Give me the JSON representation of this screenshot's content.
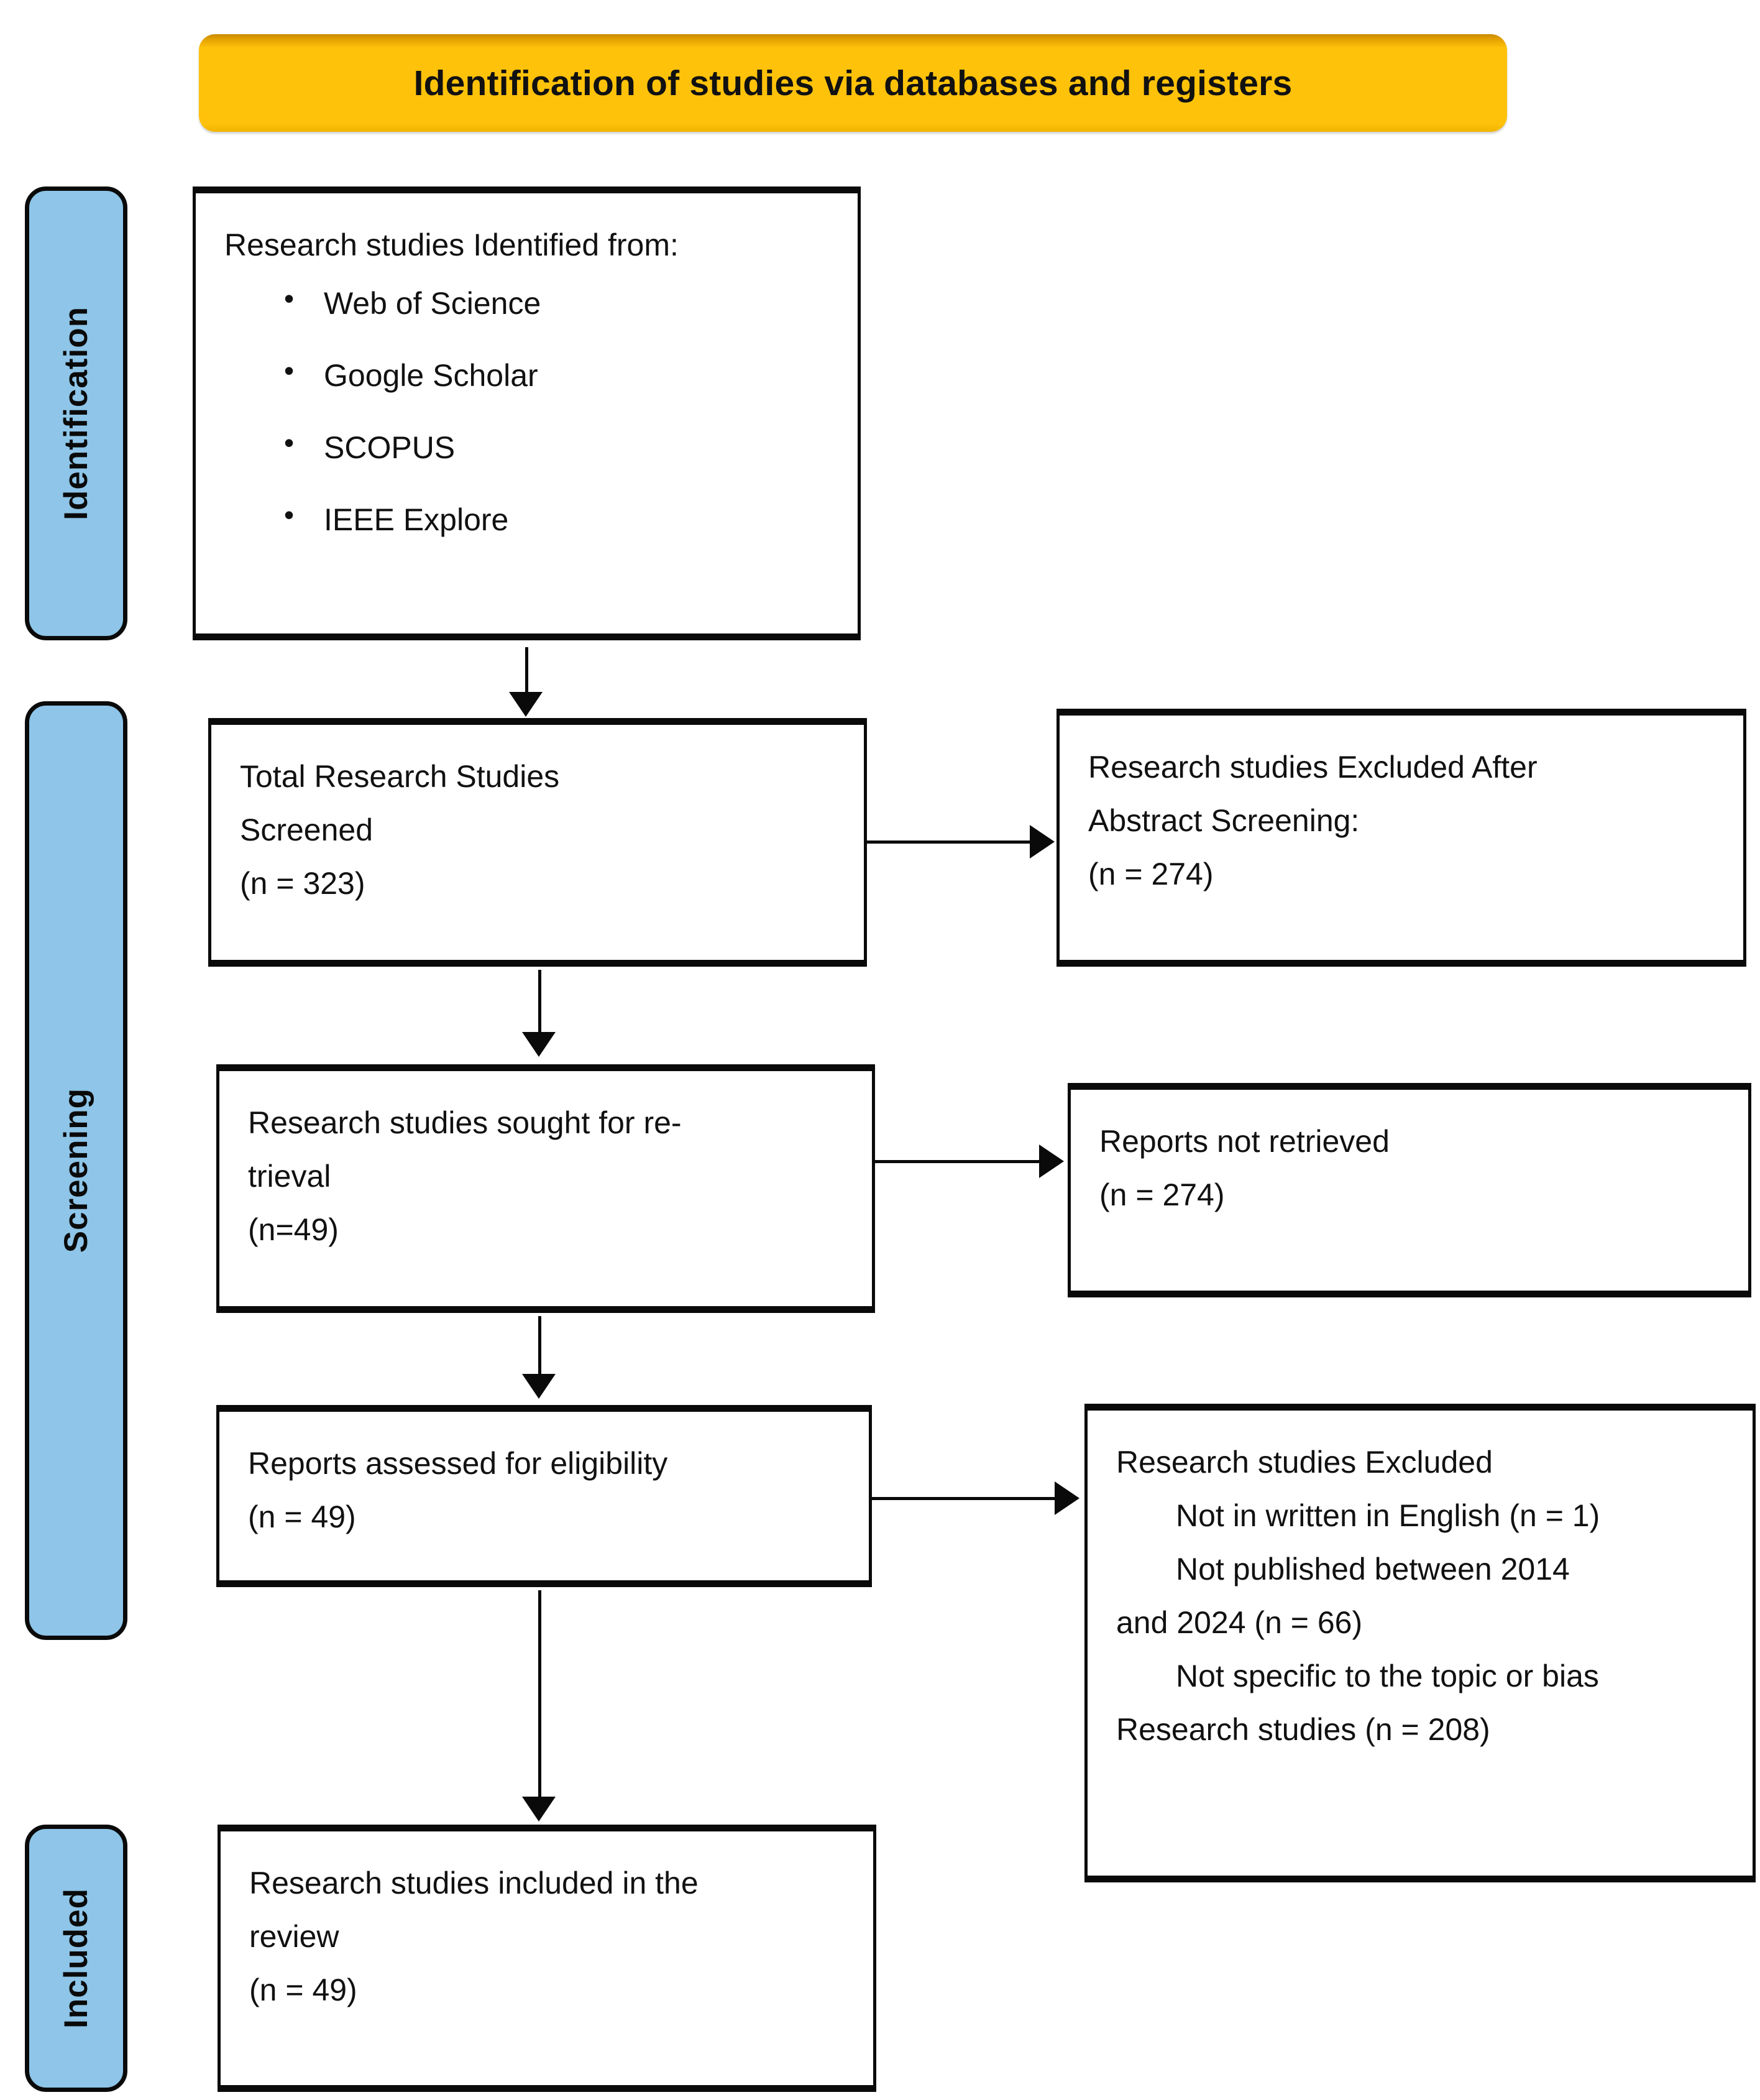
{
  "banner": {
    "title": "Identification of studies via databases and registers",
    "color": "#FFC20A"
  },
  "phases": {
    "identification": "Identification",
    "screening": "Screening",
    "included": "Included",
    "color": "#8EC5E8"
  },
  "boxes": {
    "sources": {
      "heading": "Research studies Identified from:",
      "items": [
        "Web of Science",
        "Google Scholar",
        "SCOPUS",
        "IEEE Explore"
      ]
    },
    "screened": {
      "line1": "Total Research Studies",
      "line2": "Screened",
      "count": "(n = 323)"
    },
    "excluded_after_abstract": {
      "line1": "Research studies Excluded After",
      "line2": "Abstract Screening:",
      "count": "(n = 274)"
    },
    "sought_for_retrieval": {
      "line1": "Research studies sought for re-",
      "line2": "trieval",
      "count": "(n=49)"
    },
    "reports_not_retrieved": {
      "line1": "Reports not retrieved",
      "count": "(n = 274)"
    },
    "assessed_for_eligibility": {
      "line1": "Reports assessed for eligibility",
      "count": "(n = 49)"
    },
    "excluded_reasons": {
      "heading": "Research studies Excluded",
      "reason1": "Not in written in English (n = 1)",
      "reason2_line1": "Not published between 2014",
      "reason2_line2": "and 2024 (n = 66)",
      "reason3_line1": "Not specific to the topic or bias",
      "reason3_line2": "Research studies (n = 208)"
    },
    "included_in_review": {
      "line1": "Research studies included in the",
      "line2": "review",
      "count": "(n = 49)"
    }
  },
  "flow": {
    "type": "prisma-flow-diagram",
    "identified_total": 323,
    "screened": 323,
    "excluded_after_abstract": 274,
    "sought_for_retrieval": 49,
    "not_retrieved": 274,
    "assessed_for_eligibility": 49,
    "excluded_not_english": 1,
    "excluded_not_published_2014_2024": 66,
    "excluded_not_specific_topic_or_bias": 208,
    "included": 49
  }
}
